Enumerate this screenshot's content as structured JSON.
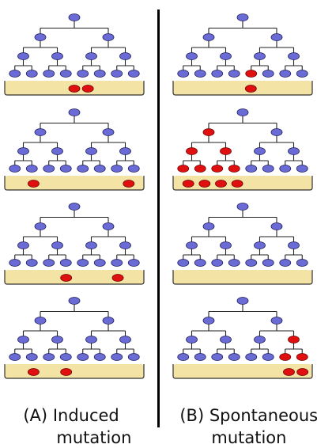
{
  "colors": {
    "normal_cell": "#6b6bd6",
    "mutant_cell": "#e01010",
    "cell_outline": "#1a1a5a",
    "mutant_outline": "#6a0000",
    "dish_fill": "#f3e3a4",
    "dish_stroke": "#333333",
    "tree_line": "#222222"
  },
  "captions": {
    "left_label": "(A)",
    "left_line1": "Induced",
    "left_line2": "mutation",
    "right_label": "(B)",
    "right_line1": "Spontaneous",
    "right_line2": "mutation"
  },
  "panels": {
    "induced": [
      {
        "mutant_tree_nodes": [],
        "dish_cells": [
          {
            "pos": 0.5
          },
          {
            "pos": 0.6
          }
        ]
      },
      {
        "mutant_tree_nodes": [],
        "dish_cells": [
          {
            "pos": 0.2
          },
          {
            "pos": 0.9
          }
        ]
      },
      {
        "mutant_tree_nodes": [],
        "dish_cells": [
          {
            "pos": 0.44
          },
          {
            "pos": 0.82
          }
        ]
      },
      {
        "mutant_tree_nodes": [],
        "dish_cells": [
          {
            "pos": 0.2
          },
          {
            "pos": 0.44
          }
        ]
      }
    ],
    "spontaneous": [
      {
        "mutant_tree_nodes": [
          "3.4"
        ],
        "dish_cells": [
          {
            "pos": 0.56
          }
        ]
      },
      {
        "mutant_tree_nodes": [
          "1.0",
          "2.0",
          "2.1",
          "3.0",
          "3.1",
          "3.2",
          "3.3"
        ],
        "dish_cells": [
          {
            "pos": 0.1
          },
          {
            "pos": 0.22
          },
          {
            "pos": 0.34
          },
          {
            "pos": 0.46
          }
        ]
      },
      {
        "mutant_tree_nodes": [],
        "dish_cells": []
      },
      {
        "mutant_tree_nodes": [
          "2.3",
          "3.6",
          "3.7"
        ],
        "dish_cells": [
          {
            "pos": 0.84
          },
          {
            "pos": 0.94
          }
        ]
      }
    ]
  }
}
